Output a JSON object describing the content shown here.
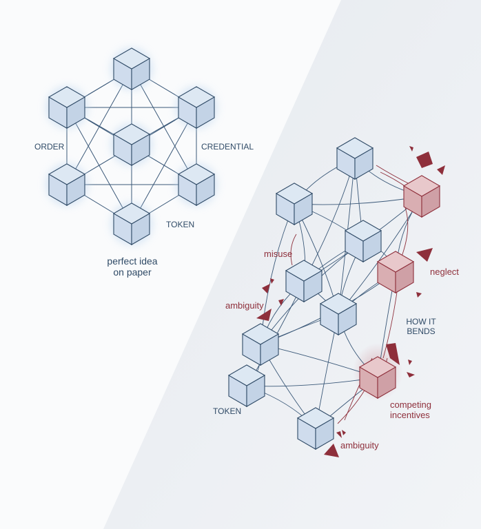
{
  "left_panel": {
    "labels": {
      "order": "ORDER",
      "credential": "CREDENTIAL",
      "token": "TOKEN"
    },
    "caption": {
      "line1": "perfect idea",
      "line2": "on paper"
    }
  },
  "right_panel": {
    "labels": {
      "misuse": "misuse",
      "neglect": "neglect",
      "ambiguity_upper": "ambiguity",
      "how_it_bends_1": "HOW IT",
      "how_it_bends_2": "BENDS",
      "token": "TOKEN",
      "competing_1": "competing",
      "competing_2": "incentives",
      "ambiguity_lower": "ambiguity"
    }
  },
  "colors": {
    "background": "#fafbfc",
    "right_background": "#eceff3",
    "cube_face": "#dde8f3",
    "cube_stroke": "#2f4a66",
    "line_navy": "#3a5878",
    "accent_red": "#8e2f3b",
    "red_cube_face": "#e8c8cb",
    "glow": "#b9d3ee"
  }
}
